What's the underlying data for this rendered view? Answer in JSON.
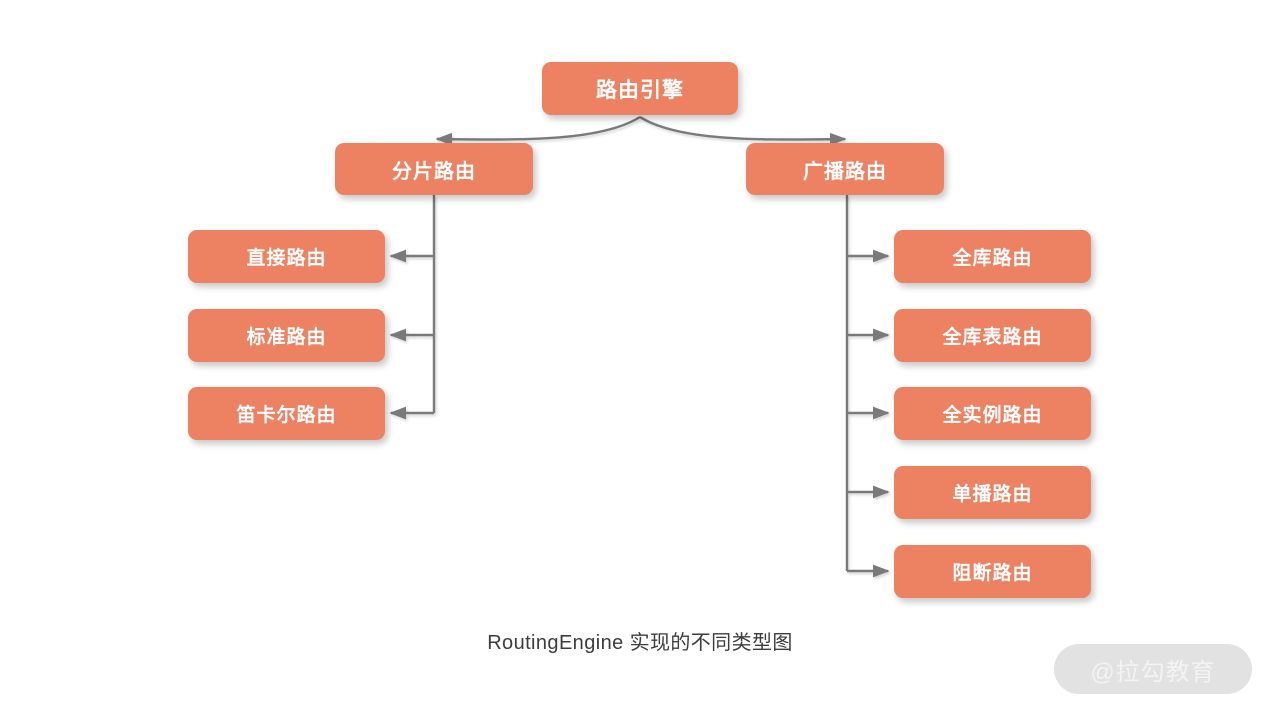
{
  "diagram": {
    "type": "tree",
    "title": "RoutingEngine 实现的不同类型图",
    "root": {
      "label": "路由引擎"
    },
    "branches": [
      {
        "label": "分片路由",
        "side": "left",
        "children": [
          {
            "label": "直接路由"
          },
          {
            "label": "标准路由"
          },
          {
            "label": "笛卡尔路由"
          }
        ]
      },
      {
        "label": "广播路由",
        "side": "right",
        "children": [
          {
            "label": "全库路由"
          },
          {
            "label": "全库表路由"
          },
          {
            "label": "全实例路由"
          },
          {
            "label": "单播路由"
          },
          {
            "label": "阻断路由"
          }
        ]
      }
    ],
    "colors": {
      "node_fill": "#ED8263",
      "node_text": "#FFFFFF",
      "connector": "#7A7A7A",
      "caption_text": "#3D3D3D",
      "background": "#FFFFFF",
      "watermark_pill": "#E2E2E2",
      "watermark_text": "#F3F3F3"
    }
  },
  "caption": {
    "text": "RoutingEngine 实现的不同类型图"
  },
  "watermark": {
    "text": "@拉勾教育"
  }
}
